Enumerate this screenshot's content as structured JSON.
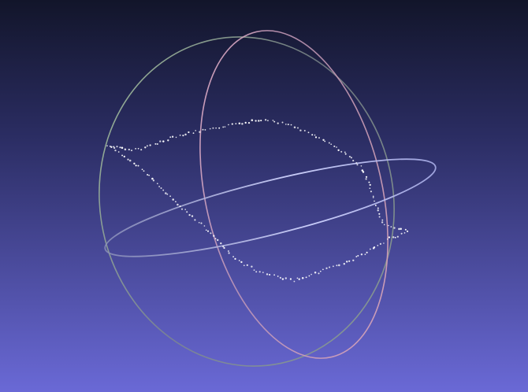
{
  "viewport": {
    "background_top": "#12152a",
    "background_bottom": "#6a69d6"
  },
  "trackball": {
    "rings": [
      {
        "name": "meridian-ring-green",
        "color": "#8fa58f",
        "accent": "#a8c8a0"
      },
      {
        "name": "meridian-ring-pink",
        "color": "#d8a9c0",
        "accent": "#f0b8d0"
      },
      {
        "name": "equator-ring-blue",
        "color": "#a9aee8",
        "accent": "#d0d4ff"
      }
    ]
  },
  "point_cloud": {
    "point_color": "#ffffff",
    "shape": "closed-loop-contour"
  }
}
